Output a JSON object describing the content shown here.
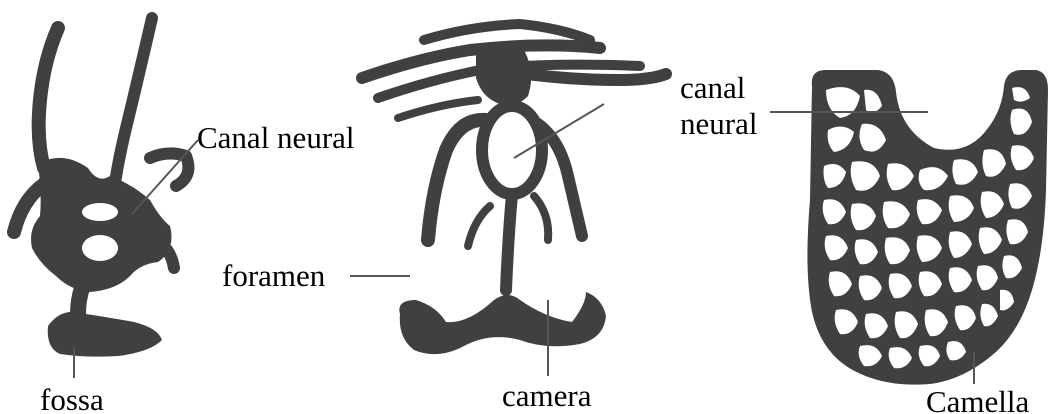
{
  "colors": {
    "bone": "#404040",
    "leader_line": "#555555",
    "background": "#ffffff"
  },
  "labels": {
    "canal_neural_left": "Canal neural",
    "fossa": "fossa",
    "foramen": "foramen",
    "camera": "camera",
    "canal_neural_right_line1": "canal",
    "canal_neural_right_line2": "neural",
    "camella": "Camella"
  }
}
